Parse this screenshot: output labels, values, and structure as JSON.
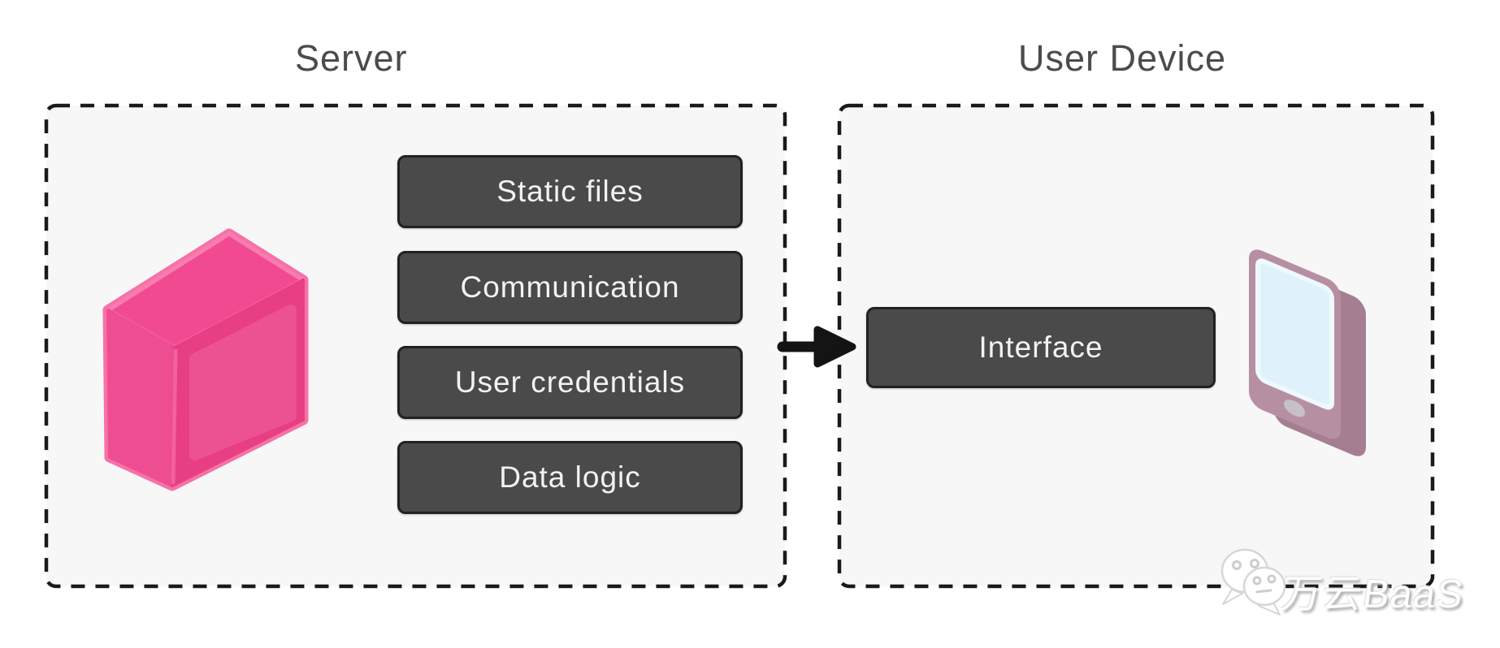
{
  "server": {
    "title": "Server",
    "icon": "pink-cube-3d",
    "components": [
      "Static files",
      "Communication",
      "User credentials",
      "Data logic"
    ]
  },
  "user_device": {
    "title": "User Device",
    "icon": "tablet-device",
    "components": [
      "Interface"
    ]
  },
  "connection": {
    "type": "arrow",
    "direction": "right",
    "from": "Server",
    "to": "User Device"
  },
  "watermark": {
    "text": "万云BaaS",
    "icon": "wechat-logo"
  },
  "colors": {
    "zone_fill": "#f7f7f7",
    "zone_border": "#1a1a1a",
    "component_fill": "#4a4a4a",
    "component_border": "#212121",
    "component_text": "#f2f2f2",
    "title_text": "#4b4b4b",
    "cube_pink_top": "#f24a91",
    "cube_pink_left": "#ef4d92",
    "cube_pink_right": "#e73e84",
    "tablet_body": "#b78fa3",
    "tablet_screen": "#dff2fc",
    "arrow": "#141414"
  }
}
